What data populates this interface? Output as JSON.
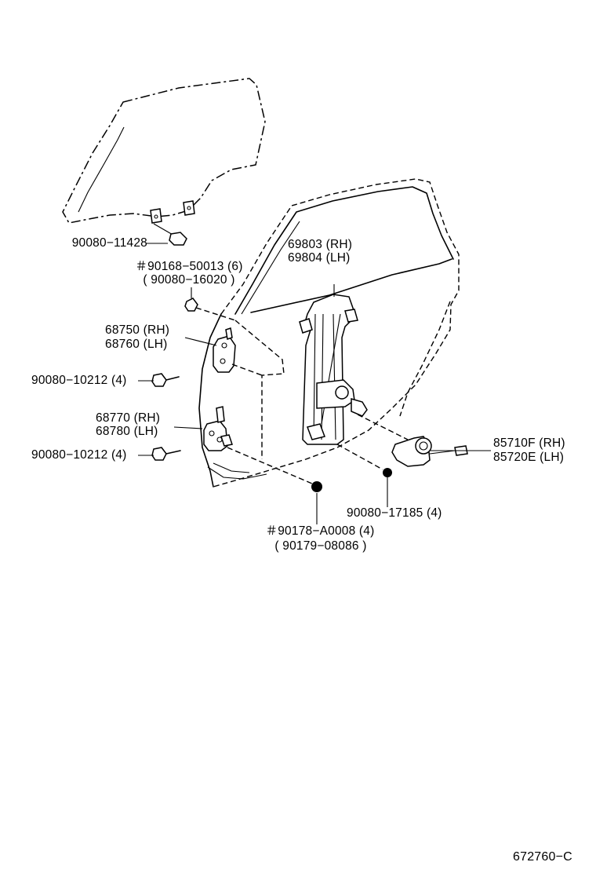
{
  "labels": {
    "glass_bolt": "90080−11428",
    "screw_a_line1": "＃90168−50013 (6)",
    "screw_a_line2": "( 90080−16020 )",
    "regulator_rh": "69803 (RH)",
    "regulator_lh": "69804 (LH)",
    "upper_hinge_rh": "68750 (RH)",
    "upper_hinge_lh": "68760 (LH)",
    "bolt_upper": "90080−10212 (4)",
    "lower_hinge_rh": "68770 (RH)",
    "lower_hinge_lh": "68780 (LH)",
    "bolt_lower": "90080−10212 (4)",
    "motor_rh": "85710F (RH)",
    "motor_lh": "85720E (LH)",
    "nut_motor": "90080−17185 (4)",
    "nut_b_line1": "＃90178−A0008 (4)",
    "nut_b_line2": "( 90179−08086 )",
    "diagram_code": "672760−C"
  }
}
